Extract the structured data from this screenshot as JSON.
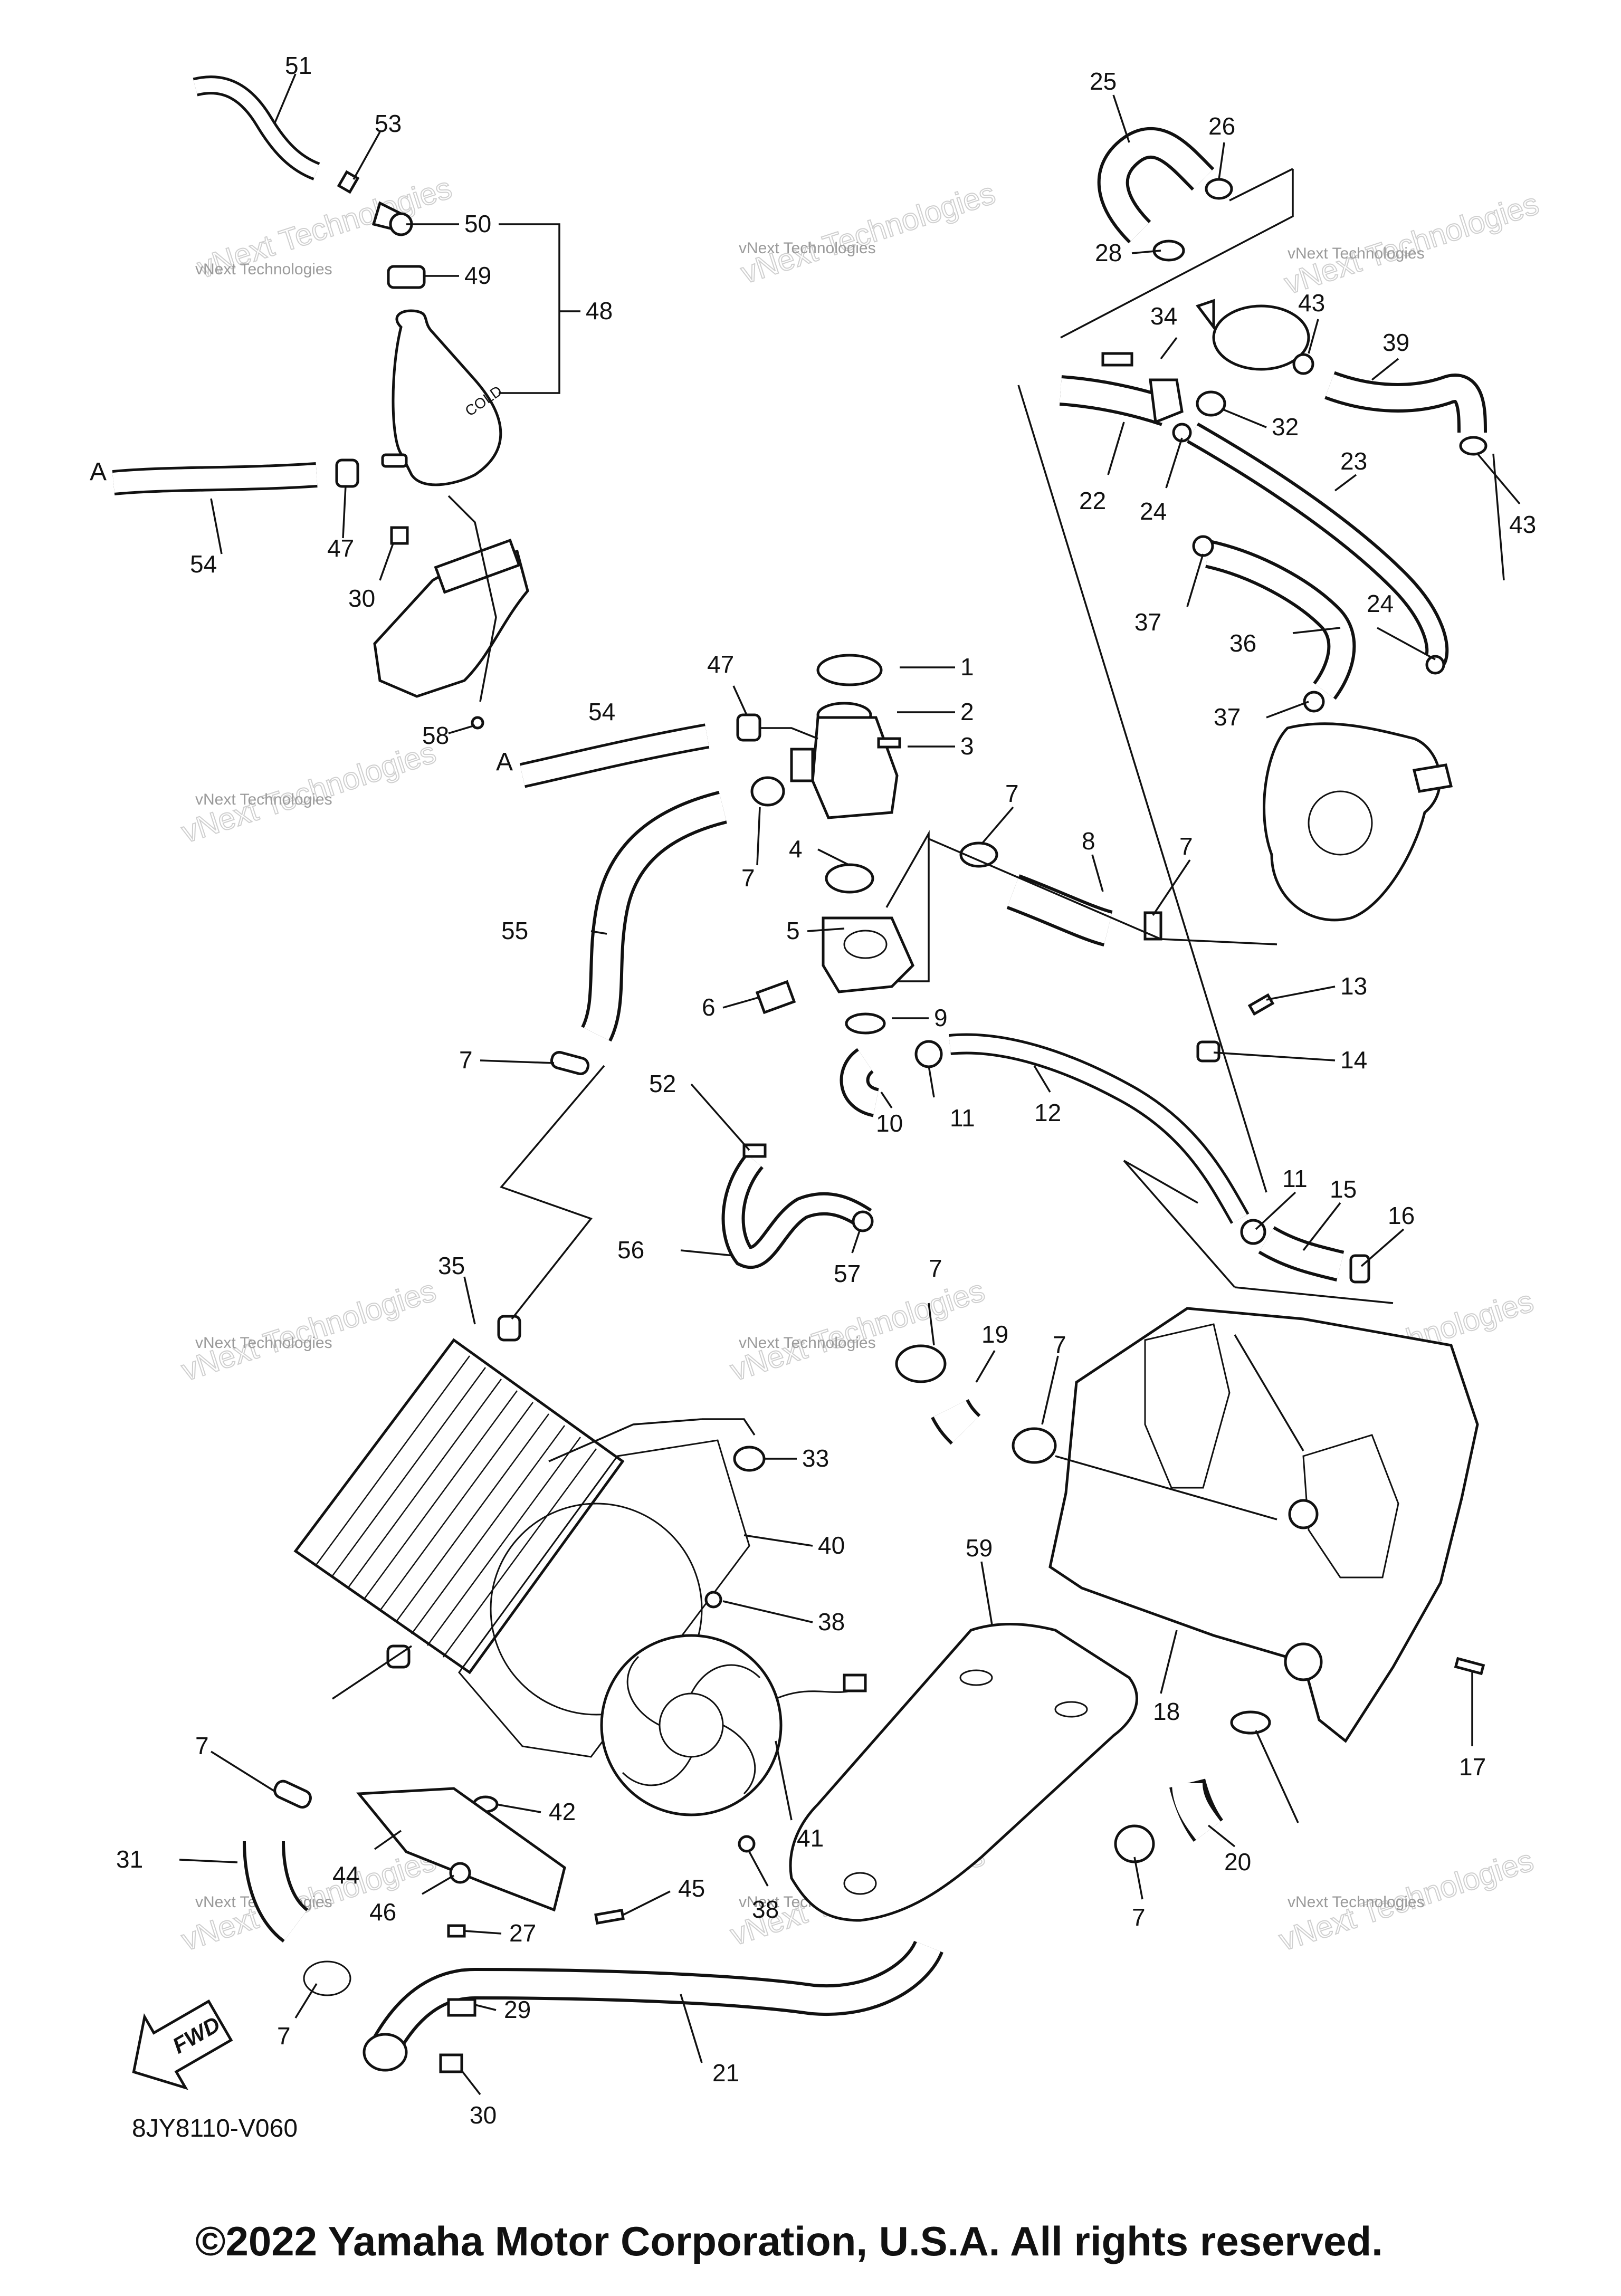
{
  "diagram": {
    "figure_code": "8JY8110-V060",
    "copyright": "©2022 Yamaha Motor Corporation, U.S.A. All rights reserved.",
    "connector_letter": "A",
    "fwd_label": "FWD",
    "watermark": {
      "small": "vNext Technologies",
      "big": "vNext Technologies"
    },
    "callouts": [
      "51",
      "53",
      "50",
      "49",
      "48",
      "47",
      "54",
      "30",
      "58",
      "A",
      "A",
      "54",
      "47",
      "1",
      "2",
      "3",
      "7",
      "7",
      "4",
      "5",
      "6",
      "55",
      "7",
      "52",
      "56",
      "57",
      "9",
      "10",
      "11",
      "12",
      "13",
      "14",
      "11",
      "15",
      "16",
      "8",
      "7",
      "25",
      "26",
      "28",
      "34",
      "43",
      "39",
      "32",
      "22",
      "24",
      "23",
      "43",
      "37",
      "36",
      "24",
      "37",
      "35",
      "33",
      "40",
      "38",
      "7",
      "19",
      "7",
      "59",
      "18",
      "17",
      "41",
      "42",
      "44",
      "46",
      "45",
      "38",
      "27",
      "29",
      "30",
      "21",
      "31",
      "7",
      "7",
      "20",
      "7"
    ]
  }
}
